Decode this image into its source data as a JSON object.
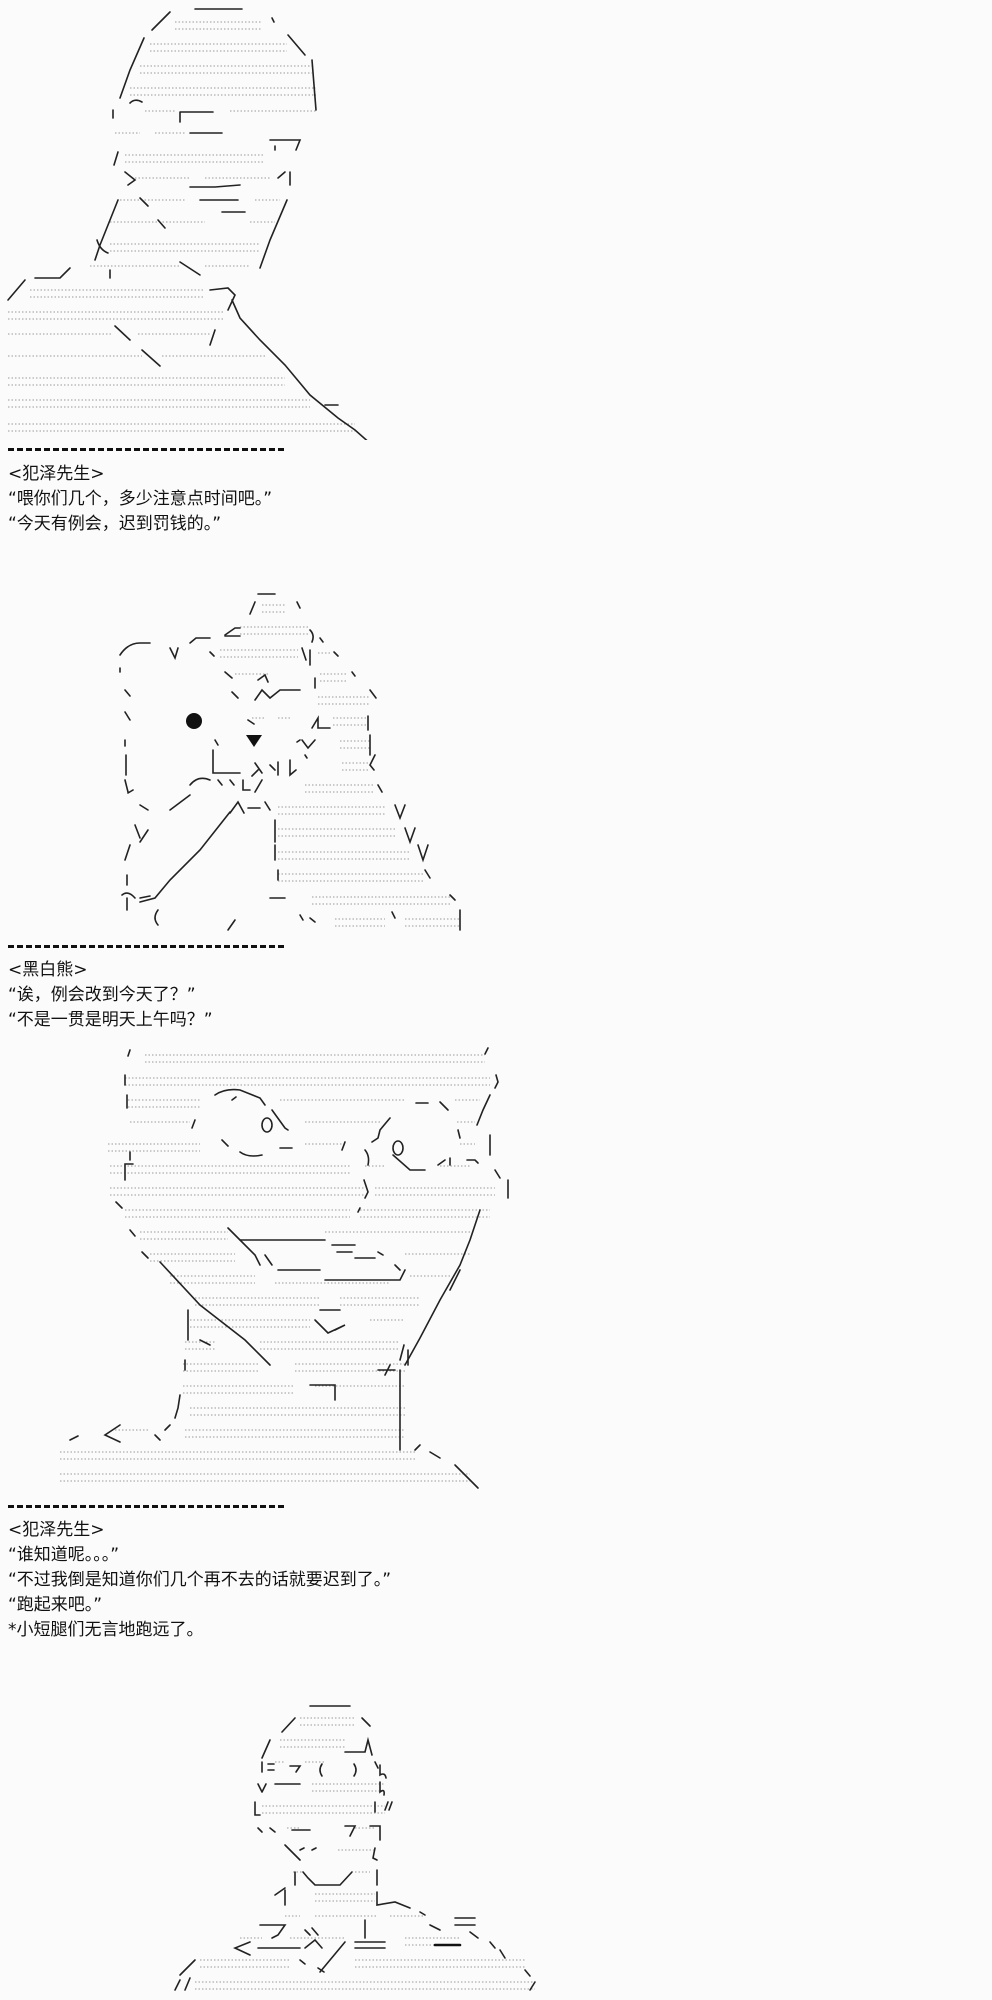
{
  "page": {
    "background": "#fbfbfb",
    "text_color": "#111111"
  },
  "panels": [
    {
      "id": "panel-1",
      "art": {
        "subject": "ascii-art-man-hanzawa",
        "icon": "aa-portrait-man"
      },
      "divider": "------------------------",
      "speaker": "<犯泽先生>",
      "lines": [
        "“喂你们几个，多少注意点时间吧。”",
        "“今天有例会，迟到罚钱的。”"
      ]
    },
    {
      "id": "panel-2",
      "art": {
        "subject": "ascii-art-black-white-bear",
        "icon": "aa-bear"
      },
      "divider": "------------------------",
      "speaker": "<黑白熊>",
      "lines": [
        "“诶，例会改到今天了？”",
        "“不是一贯是明天上午吗？”"
      ]
    },
    {
      "id": "panel-3",
      "art": {
        "subject": "ascii-art-man-hanzawa-closeup",
        "icon": "aa-face-closeup"
      },
      "divider": "------------------------",
      "speaker": "<犯泽先生>",
      "lines": [
        "“谁知道呢。。。”",
        "“不过我倒是知道你们几个再不去的话就要迟到了。”",
        "“跑起来吧。”",
        "*小短腿们无言地跑远了。"
      ]
    },
    {
      "id": "panel-4",
      "art": {
        "subject": "ascii-art-man-with-glasses",
        "icon": "aa-portrait-glasses"
      }
    }
  ]
}
